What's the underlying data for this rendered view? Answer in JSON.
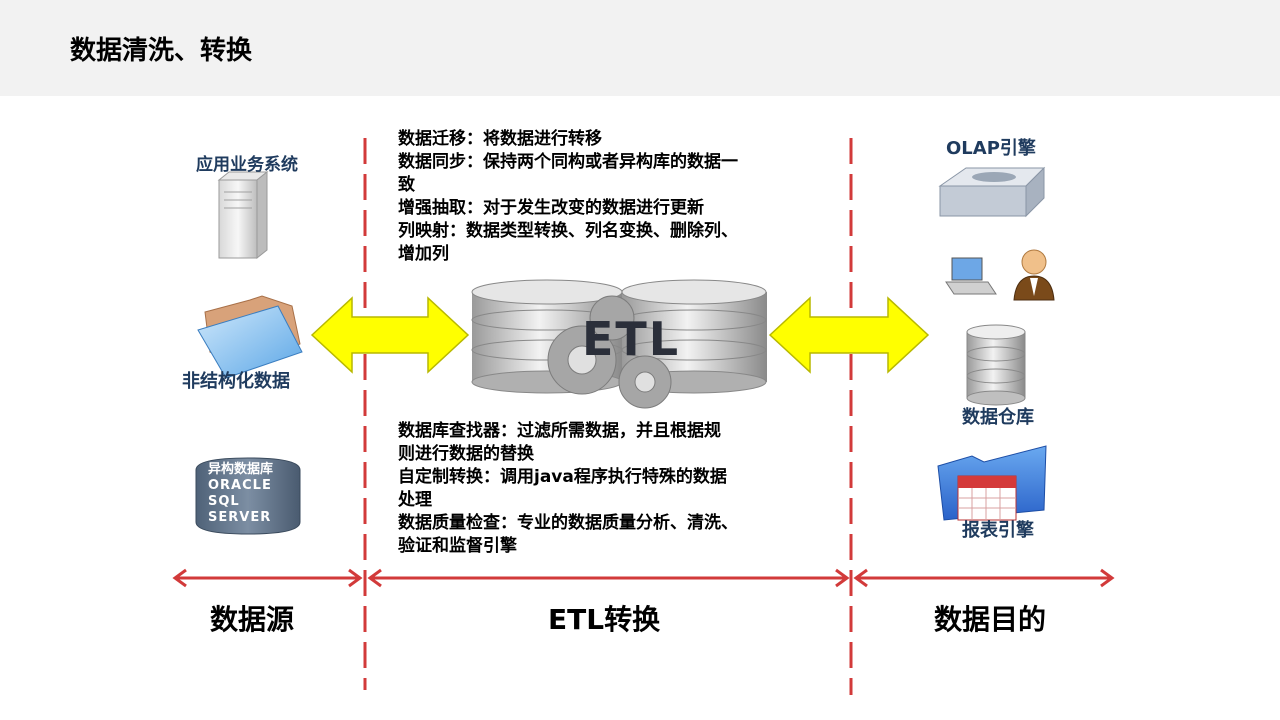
{
  "page": {
    "title": "数据清洗、转换"
  },
  "sections": {
    "source": "数据源",
    "etl": "ETL转换",
    "target": "数据目的"
  },
  "source": {
    "app_system": "应用业务系统",
    "unstructured": "非结构化数据",
    "hetero_db": [
      "异构数据库",
      "ORACLE",
      "SQL",
      "SERVER"
    ]
  },
  "etl": {
    "logo": "ETL",
    "top_notes": [
      "数据迁移：将数据进行转移",
      "数据同步：保持两个同构或者异构库的数据一",
      "致",
      "增强抽取：对于发生改变的数据进行更新",
      "列映射：数据类型转换、列名变换、删除列、",
      "增加列"
    ],
    "bottom_notes": [
      "数据库查找器：过滤所需数据，并且根据规",
      "则进行数据的替换",
      "自定制转换：调用java程序执行特殊的数据",
      "处理",
      "数据质量检查：专业的数据质量分析、清洗、",
      "验证和监督引擎"
    ]
  },
  "target": {
    "olap": "OLAP引擎",
    "warehouse": "数据仓库",
    "report": "报表引擎"
  }
}
